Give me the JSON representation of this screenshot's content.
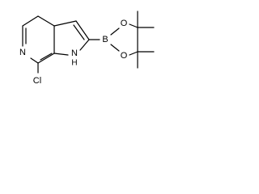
{
  "molecule": {
    "atoms": {
      "pyridine_n": "N",
      "chlorine": "Cl",
      "pyrrole_n": "N",
      "pyrrole_h": "H",
      "boron": "B",
      "oxygen_top": "O",
      "oxygen_bottom": "O"
    }
  },
  "colors": {
    "bond": "#000000",
    "text": "#000000",
    "background": "#ffffff"
  }
}
